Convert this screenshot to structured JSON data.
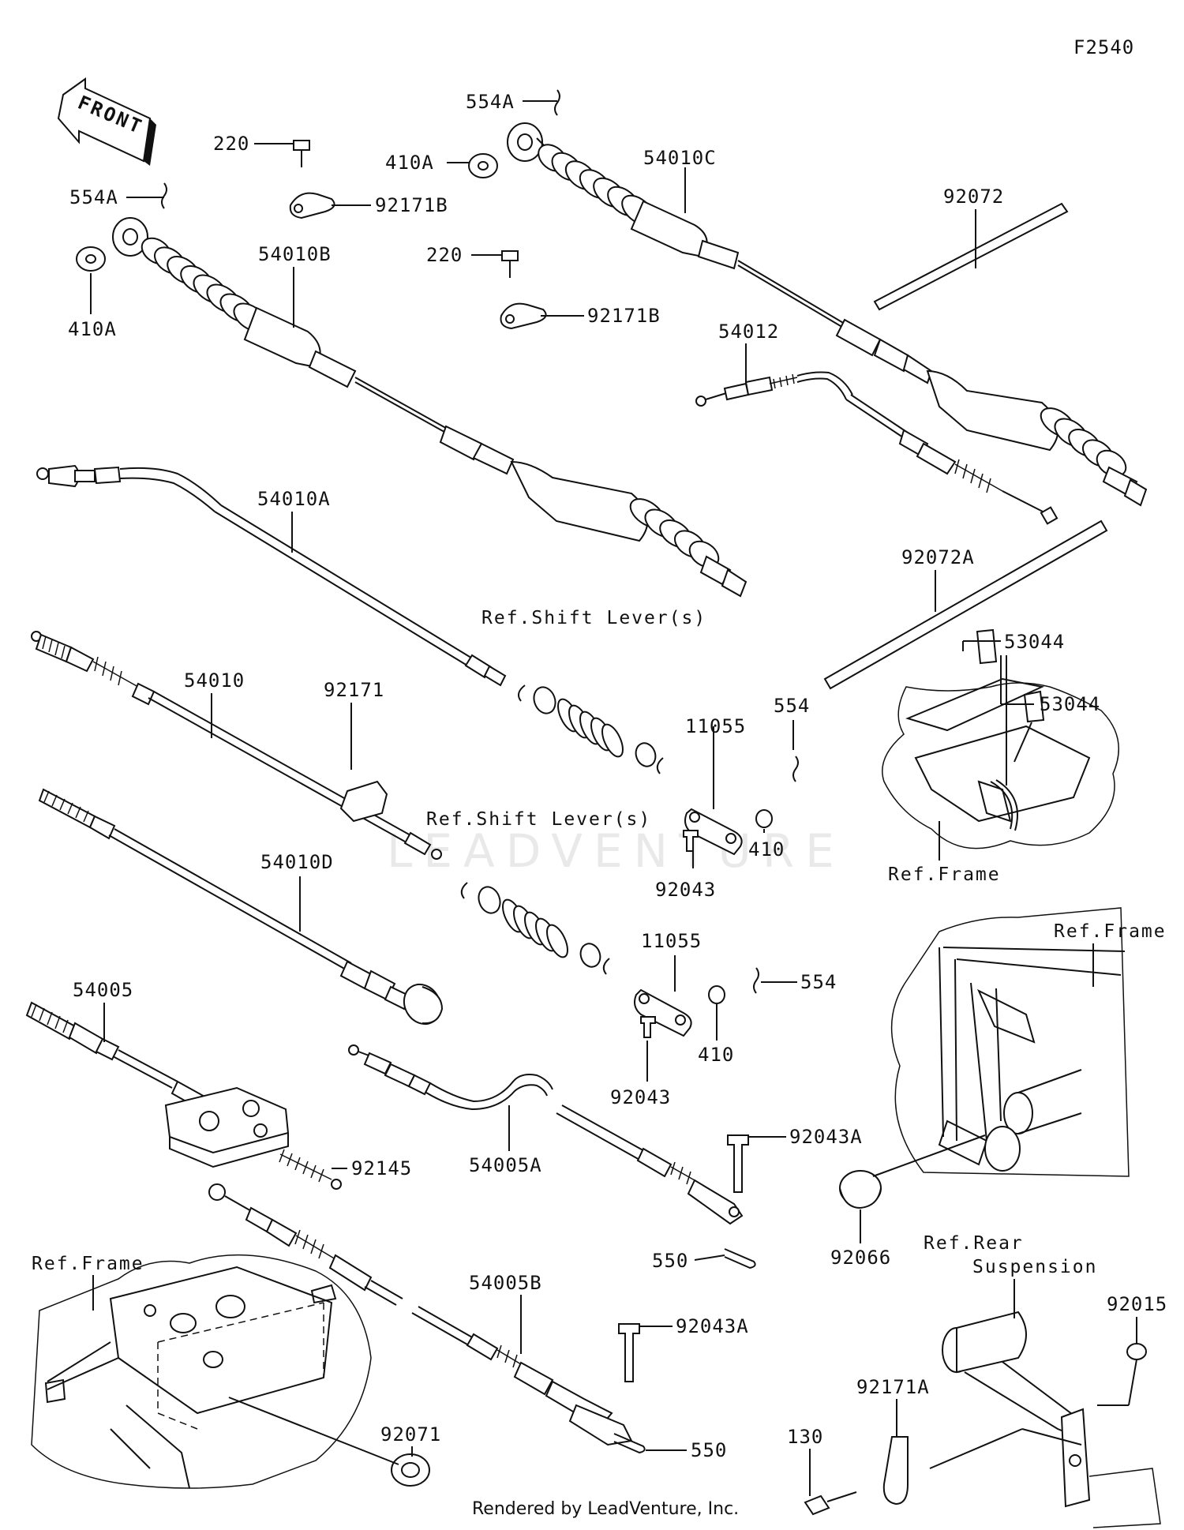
{
  "diagram_code": "F2540",
  "front_label": "FRONT",
  "watermark": "LEADVENTURE",
  "footer": "Rendered by LeadVenture, Inc.",
  "parts": {
    "p554A_top": "554A",
    "p220_a": "220",
    "p410A_top": "410A",
    "p54010C": "54010C",
    "p92072": "92072",
    "p554A_left": "554A",
    "p92171B_a": "92171B",
    "p220_b": "220",
    "p54010B": "54010B",
    "p410A_left": "410A",
    "p92171B_b": "92171B",
    "p54012": "54012",
    "p54010A": "54010A",
    "p92072A": "92072A",
    "ref_shift_1": "Ref.Shift Lever(s)",
    "p53044_a": "53044",
    "p53044_b": "53044",
    "p54010": "54010",
    "p92171": "92171",
    "p554_a": "554",
    "p11055_a": "11055",
    "p410_a": "410",
    "p92043_a": "92043",
    "ref_frame_1": "Ref.Frame",
    "ref_shift_2": "Ref.Shift Lever(s)",
    "p54010D": "54010D",
    "ref_frame_2": "Ref.Frame",
    "p11055_b": "11055",
    "p554_b": "554",
    "p54005": "54005",
    "p410_b": "410",
    "p92043_b": "92043",
    "p92043A_a": "92043A",
    "p54005A": "54005A",
    "p92145": "92145",
    "p92066": "92066",
    "ref_rear_1": "Ref.Rear",
    "ref_rear_2": "Suspension",
    "p550_a": "550",
    "ref_frame_3": "Ref.Frame",
    "p54005B": "54005B",
    "p92043A_b": "92043A",
    "p92015": "92015",
    "p92171A": "92171A",
    "p130": "130",
    "p92071": "92071",
    "p550_b": "550"
  }
}
